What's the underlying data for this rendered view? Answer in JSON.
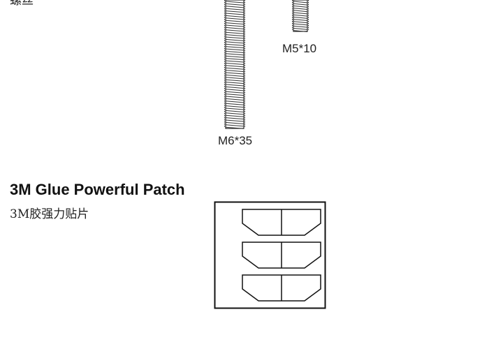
{
  "screws": [
    {
      "label": "M5*10"
    },
    {
      "label": "M6*35"
    }
  ],
  "cut_off_label": "螺丝",
  "glue_patch": {
    "title": "3M Glue Powerful Patch",
    "subtitle": "3M胶强力贴片",
    "pad_rows": 3
  }
}
